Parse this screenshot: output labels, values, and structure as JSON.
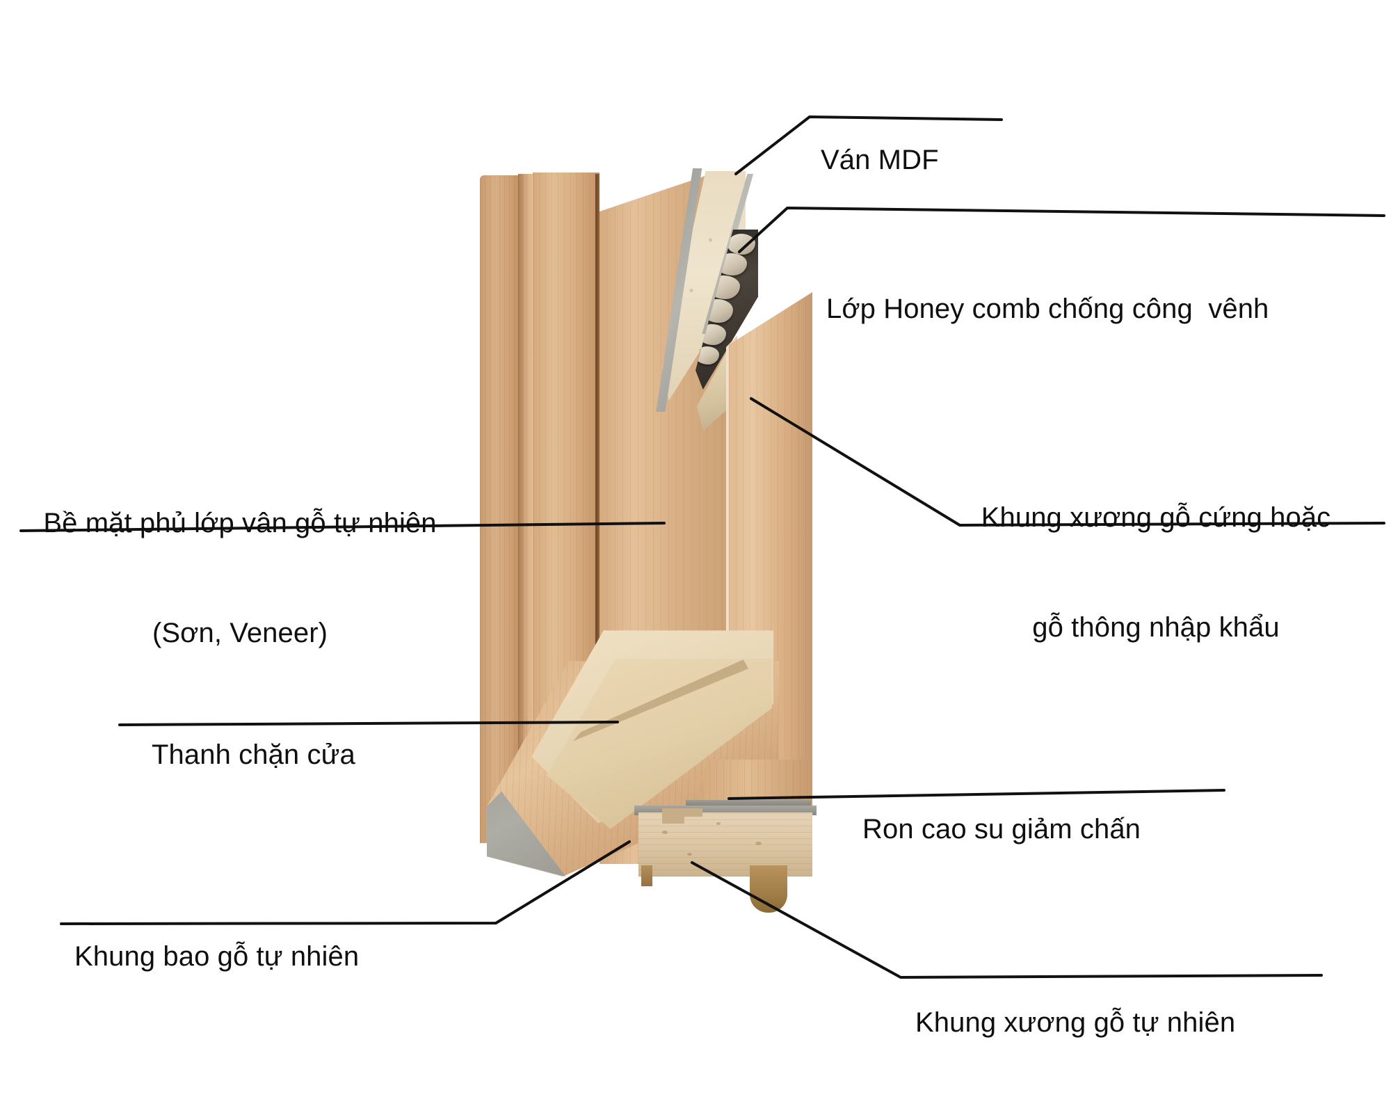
{
  "diagram": {
    "subject": "Cấu tạo cửa gỗ công nghiệp (mặt cắt)",
    "background_color": "#ffffff",
    "line_color": "#111111",
    "text_color": "#0f0f10"
  },
  "callouts": [
    {
      "id": "van-mdf",
      "label": "Ván MDF",
      "lines": [
        "Ván MDF"
      ],
      "side": "right",
      "align": "left"
    },
    {
      "id": "lop-honeycomb",
      "label": "Lớp Honey comb chống công  vênh",
      "lines": [
        "Lớp Honey comb chống công  vênh"
      ],
      "side": "right",
      "align": "left"
    },
    {
      "id": "be-mat-phu",
      "label": "Bề mặt phủ lớp vân gỗ tự nhiên (Sơn, Veneer)",
      "lines": [
        "Bề mặt phủ lớp vân gỗ tự nhiên",
        "(Sơn, Veneer)"
      ],
      "side": "left",
      "align": "center"
    },
    {
      "id": "khung-xuong-cung",
      "label": "Khung xương gỗ cứng hoặc gỗ thông nhập khẩu",
      "lines": [
        "Khung xương gỗ cứng hoặc",
        "gỗ thông nhập khẩu"
      ],
      "side": "right",
      "align": "center"
    },
    {
      "id": "thanh-chan-cua",
      "label": "Thanh chặn cửa",
      "lines": [
        "Thanh chặn cửa"
      ],
      "side": "left",
      "align": "left"
    },
    {
      "id": "ron-cao-su",
      "label": "Ron cao su giảm chấn",
      "lines": [
        "Ron cao su giảm chấn"
      ],
      "side": "right",
      "align": "left"
    },
    {
      "id": "khung-bao",
      "label": "Khung bao gỗ tự nhiên",
      "lines": [
        "Khung bao gỗ tự nhiên"
      ],
      "side": "left",
      "align": "left"
    },
    {
      "id": "khung-xuong-tu-nhien",
      "label": "Khung xương gỗ tự nhiên",
      "lines": [
        "Khung xương gỗ tự nhiên"
      ],
      "side": "right",
      "align": "left"
    }
  ],
  "parts": {
    "mdf_board": "Ván MDF",
    "honeycomb_core": "Lớp Honey comb",
    "veneer_surface": "Bề mặt phủ lớp vân gỗ tự nhiên",
    "hardwood_stile": "Khung xương gỗ cứng",
    "door_stop": "Thanh chặn cửa",
    "rubber_gasket": "Ron cao su giảm chấn",
    "door_casing": "Khung bao gỗ tự nhiên",
    "natural_wood_frame": "Khung xương gỗ tự nhiên"
  }
}
